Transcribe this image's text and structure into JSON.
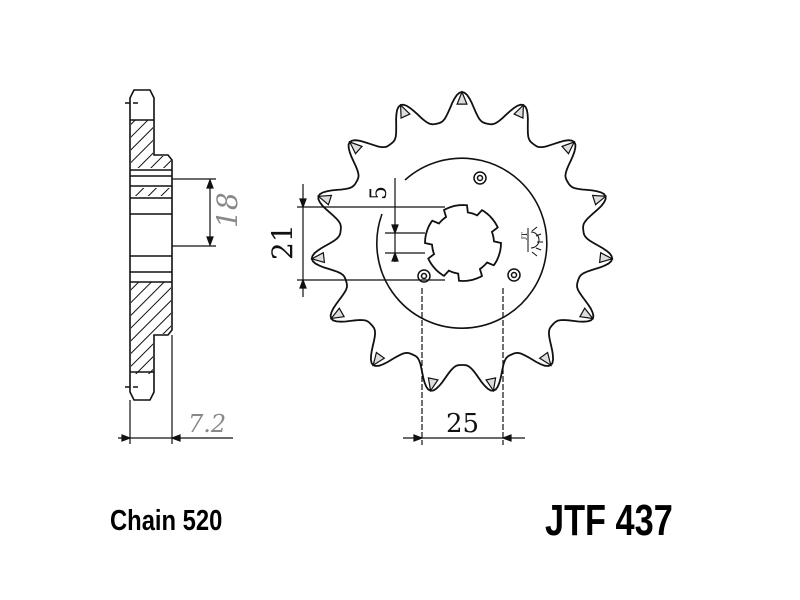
{
  "chain_label": "Chain 520",
  "part_number": "JTF 437",
  "dimensions": {
    "hub_bore": "18",
    "hub_width": "7.2",
    "spline_major": "21",
    "spline_width": "5",
    "hole_spacing": "25"
  },
  "sprocket": {
    "teeth": 15,
    "splines": 6
  },
  "colors": {
    "line": "#111111",
    "dim_text": "#888888"
  }
}
